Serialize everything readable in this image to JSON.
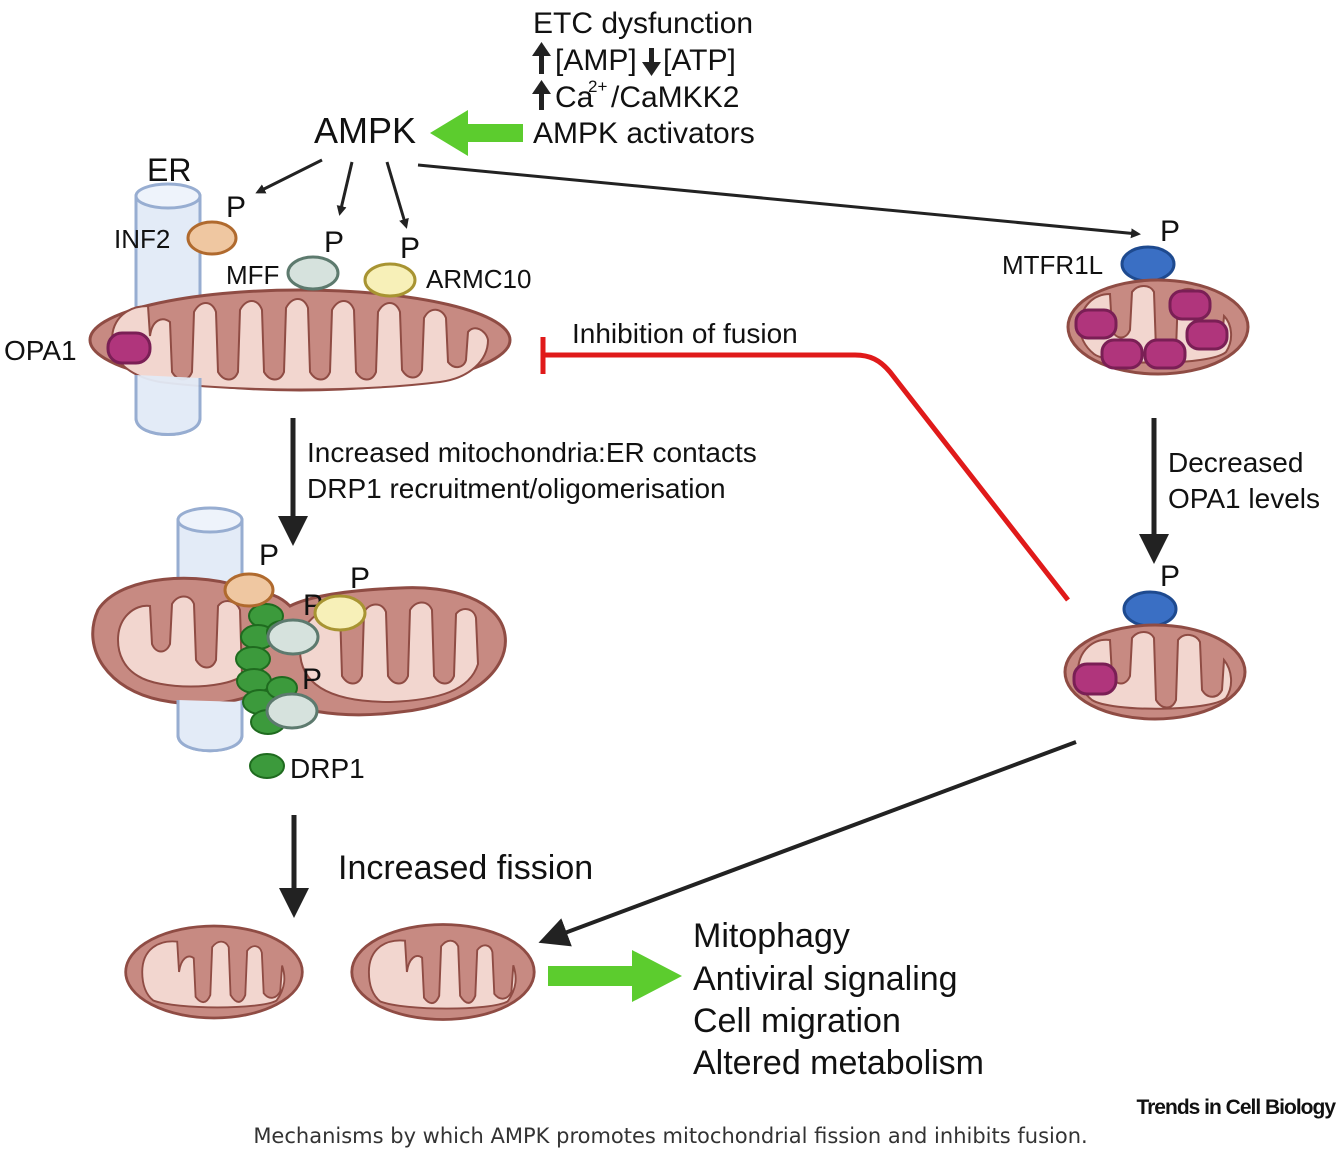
{
  "inputs": {
    "line1": "ETC dysfunction",
    "amp": "[AMP]",
    "atp": "[ATP]",
    "ca_base": "Ca",
    "ca_sup": "2+",
    "camkk": "/CaMKK2",
    "activators": "AMPK activators"
  },
  "labels": {
    "ampk": "AMPK",
    "er": "ER",
    "inf2": "INF2",
    "mff": "MFF",
    "armc10": "ARMC10",
    "opa1": "OPA1",
    "mtfr1l": "MTFR1L",
    "drp1": "DRP1",
    "phospho": "P"
  },
  "steps": {
    "contacts_line1": "Increased mitochondria:ER contacts",
    "contacts_line2": "DRP1 recruitment/oligomerisation",
    "decreased_line1": "Decreased",
    "decreased_line2": "OPA1 levels",
    "inhibition": "Inhibition of fusion",
    "fission": "Increased fission"
  },
  "outcomes": [
    "Mitophagy",
    "Antiviral signaling",
    "Cell migration",
    "Altered metabolism"
  ],
  "colors": {
    "mito_outer": "#c78a82",
    "mito_inner": "#f2d6cf",
    "mito_stroke": "#8f4c44",
    "er_fill": "#e3ebf7",
    "er_stroke": "#97add1",
    "opa1": "#b0357c",
    "inf2": "#efc7a1",
    "mff": "#d6e2dd",
    "armc10": "#f7f0b8",
    "mtfr1l": "#3a6fc4",
    "drp1": "#3c9a3c",
    "green_arrow": "#5ccc2e",
    "inhibition": "#e01a1a",
    "arrow": "#222222"
  },
  "credit": "Trends in Cell Biology",
  "caption": "Mechanisms by which AMPK promotes mitochondrial fission and inhibits fusion."
}
